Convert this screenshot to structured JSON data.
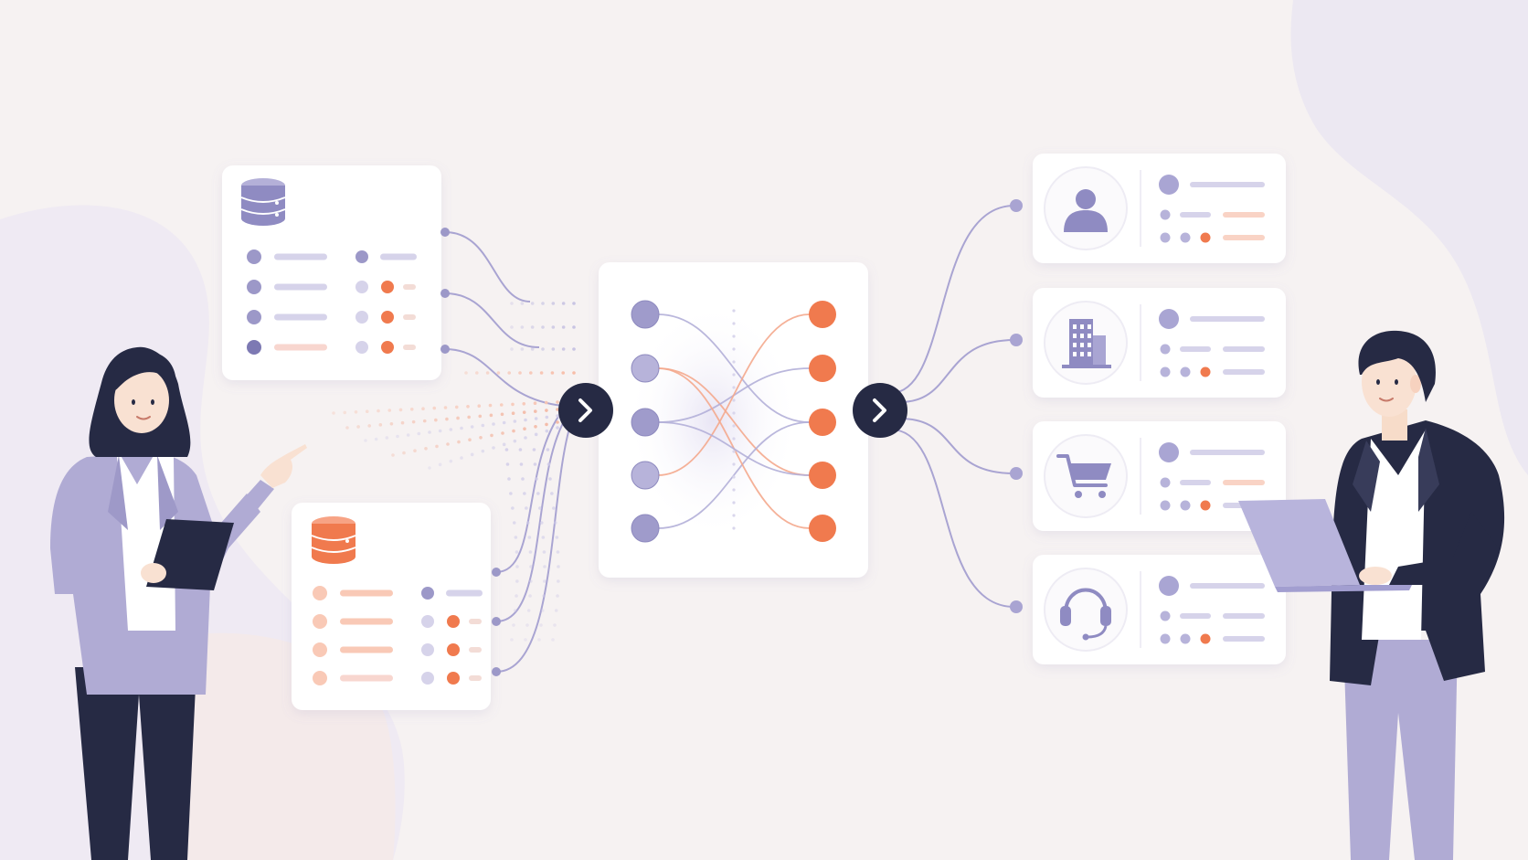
{
  "colors": {
    "background": "#f6f2f2",
    "card": "#ffffff",
    "purple": "#9c98c8",
    "purple_light": "#d6d3ea",
    "purple_dark": "#7d79b3",
    "orange": "#f07a4e",
    "orange_light": "#f9c9b6",
    "navy": "#262a44",
    "suit_lavender": "#b0abd4"
  },
  "sources": [
    {
      "id": "source-a",
      "icon": "database-icon",
      "accent": "purple",
      "rows": 4
    },
    {
      "id": "source-b",
      "icon": "database-icon",
      "accent": "orange",
      "rows": 4
    }
  ],
  "hub": {
    "left_nodes": 5,
    "right_nodes": 5,
    "left_color": "purple",
    "right_color": "orange"
  },
  "connectors": [
    {
      "id": "arrow-in",
      "icon": "chevron-right-icon"
    },
    {
      "id": "arrow-out",
      "icon": "chevron-right-icon"
    }
  ],
  "destinations": [
    {
      "id": "customer",
      "icon": "person-icon"
    },
    {
      "id": "company",
      "icon": "building-icon"
    },
    {
      "id": "commerce",
      "icon": "shopping-cart-icon"
    },
    {
      "id": "support",
      "icon": "headset-icon"
    }
  ],
  "people": [
    {
      "id": "woman",
      "holding": "tablet-icon",
      "gesture": "pointing"
    },
    {
      "id": "man",
      "holding": "laptop-icon",
      "gesture": "standing"
    }
  ]
}
